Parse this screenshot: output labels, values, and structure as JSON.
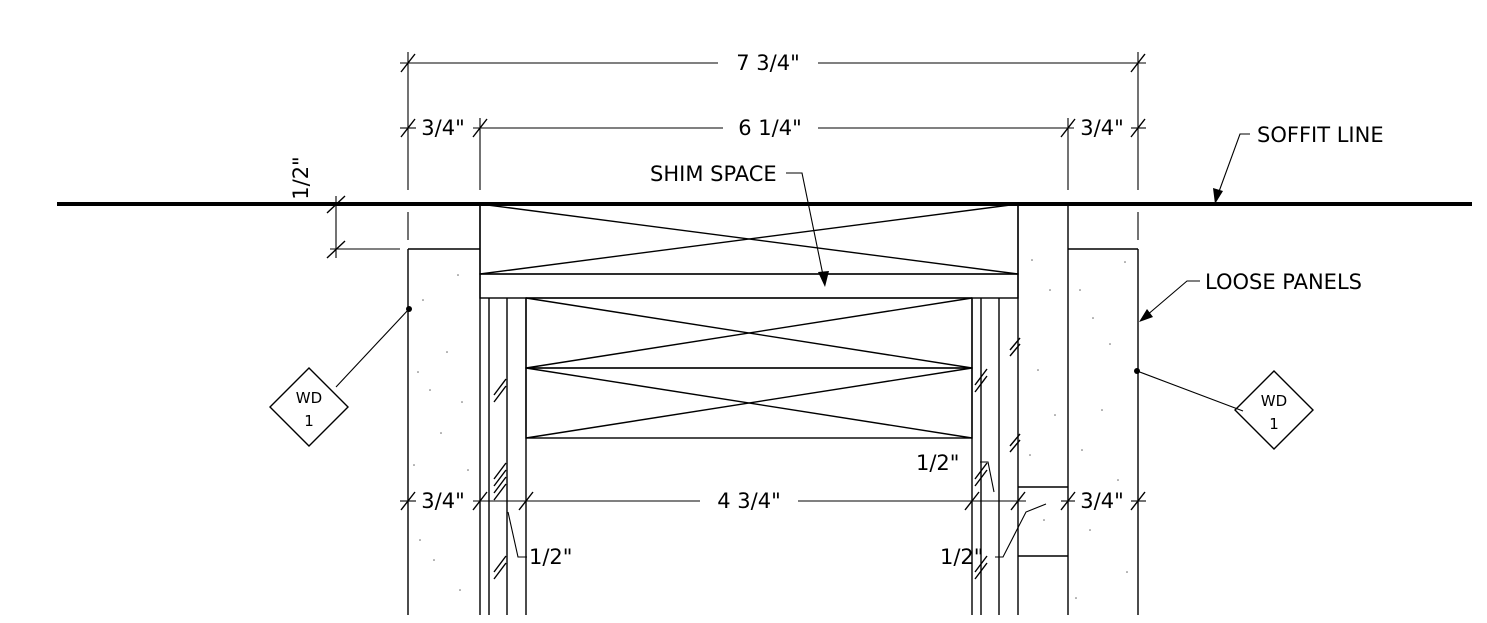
{
  "dimensions": {
    "overall_width": "7 3/4\"",
    "inner_width": "6 1/4\"",
    "left_panel_top": "3/4\"",
    "right_panel_top": "3/4\"",
    "lower_clear_width": "4 3/4\"",
    "left_panel_bottom": "3/4\"",
    "right_panel_bottom": "3/4\"",
    "soffit_offset": "1/2\"",
    "left_stud_gap": "1/2\"",
    "right_stud_gap_upper": "1/2\"",
    "right_stud_gap_lower": "1/2\""
  },
  "callouts": {
    "soffit_line": "SOFFIT LINE",
    "shim_space": "SHIM SPACE",
    "loose_panels": "LOOSE PANELS"
  },
  "tags": {
    "left": {
      "code": "WD",
      "number": "1"
    },
    "right": {
      "code": "WD",
      "number": "1"
    }
  }
}
